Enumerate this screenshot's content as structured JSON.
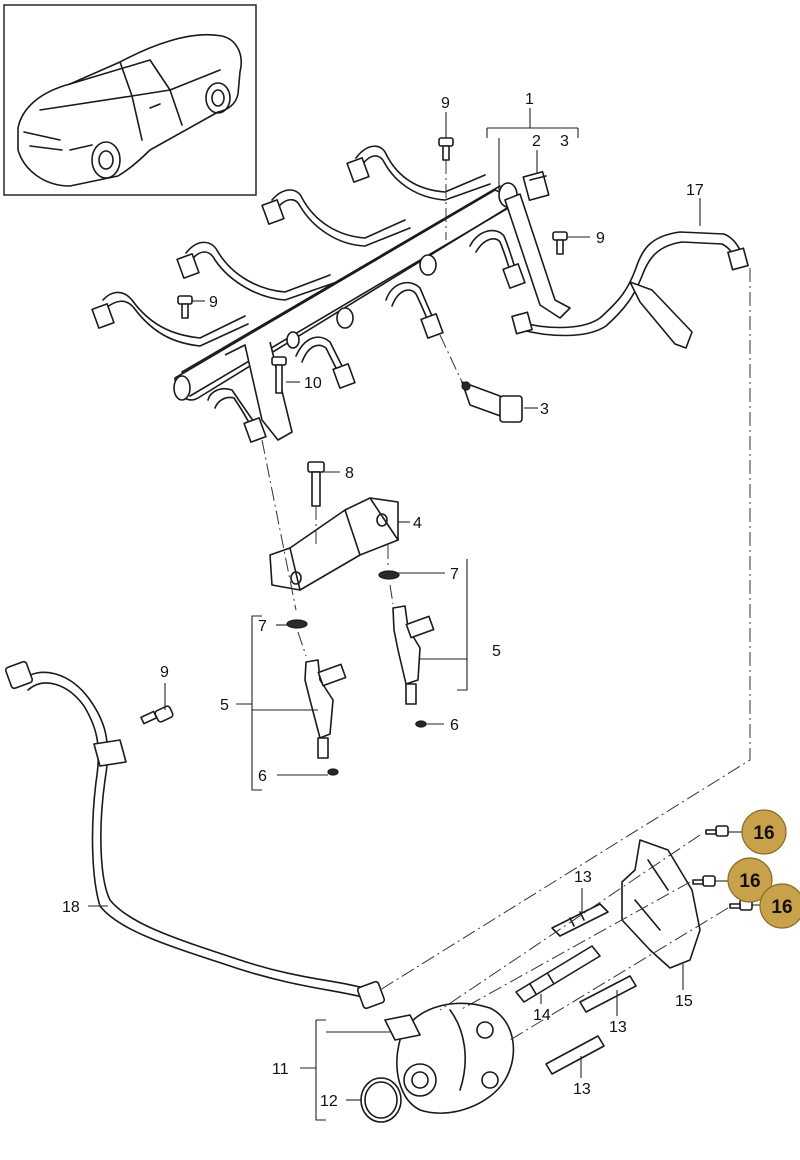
{
  "thumbnail": {
    "icon": "car-sedan-icon"
  },
  "callouts": {
    "color": "#c8a24a",
    "number": "16"
  },
  "labels": {
    "l1": "1",
    "l2": "2",
    "l3a": "3",
    "l3b": "3",
    "l4": "4",
    "l5a": "5",
    "l5b": "5",
    "l6a": "6",
    "l6b": "6",
    "l7a": "7",
    "l7b": "7",
    "l8": "8",
    "l9a": "9",
    "l9b": "9",
    "l9c": "9",
    "l9d": "9",
    "l10": "10",
    "l11": "11",
    "l12": "12",
    "l13a": "13",
    "l13b": "13",
    "l13c": "13",
    "l14": "14",
    "l15": "15",
    "l17": "17",
    "l18": "18"
  }
}
